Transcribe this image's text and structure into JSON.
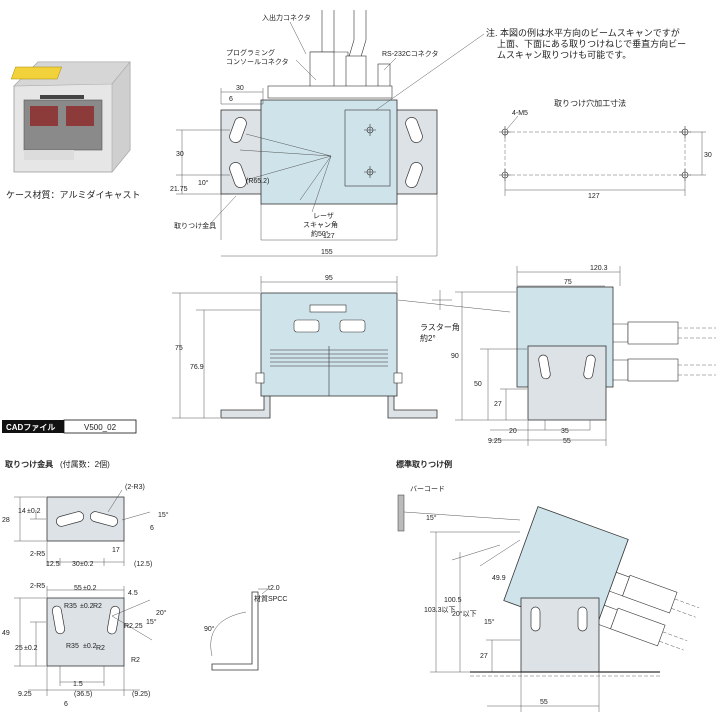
{
  "photo": {
    "caption": "ケース材質：アルミダイキャスト"
  },
  "note": {
    "lines": [
      "注. 本図の例は水平方向のビームスキャンですが",
      "上面、下面にある取りつけねじで垂直方向ビー",
      "ムスキャン取りつけも可能です。"
    ]
  },
  "top_view": {
    "io_connector": "入出力コネクタ",
    "prog_console1": "プログラミング",
    "prog_console2": "コンソールコネクタ",
    "rs232c": "RS-232Cコネクタ",
    "dim_30": "30",
    "dim_6": "6",
    "dim_30v": "30",
    "dim_21_75": "21.75",
    "dim_10deg": "10°",
    "r65": "(R65.2)",
    "bracket": "取りつけ金具",
    "laser1": "レーザ",
    "laser2": "スキャン角",
    "laser3": "約50°",
    "dim_127": "127",
    "dim_155": "155"
  },
  "hole_view": {
    "title": "取りつけ穴加工寸法",
    "m5": "4-M5",
    "dim_30": "30",
    "dim_127": "127"
  },
  "front_view": {
    "dim_95": "95",
    "dim_75": "75",
    "dim_76_9": "76.9",
    "raster1": "ラスター角",
    "raster2": "約2°"
  },
  "side_view": {
    "dim_120_3": "120.3",
    "dim_75": "75",
    "dim_90": "90",
    "dim_50": "50",
    "dim_27": "27",
    "dim_20": "20",
    "dim_35": "35",
    "dim_9_25": "9.25",
    "dim_55": "55"
  },
  "cad": {
    "label": "CADファイル",
    "file": "V500_02"
  },
  "bracket_section": {
    "title": "取りつけ金具",
    "subtitle": "(付属数：2個)",
    "r3": "(2-R3)",
    "d14": "14",
    "tol": "±0.2",
    "d28": "28",
    "d15": "15°",
    "d6": "6",
    "d2r5": "2-R5",
    "d17": "17",
    "d12_5a": "12.5",
    "d30": "30",
    "d12_5b": "(12.5)",
    "b_2r5": "2-R5",
    "b_55": "55",
    "b_45": "4.5",
    "b_r35a": "R35",
    "b_r2a": "R2",
    "b_20": "20°",
    "b_15": "15°",
    "b_r2_25": "R2.25",
    "b_49": "49",
    "b_25": "25",
    "b_r35b": "R35",
    "b_r2b": "R2",
    "b_r2c": "R2",
    "b_1_5": "1.5",
    "b_9_25a": "9.25",
    "b_36_5": "(36.5)",
    "b_6": "6",
    "b_9_25b": "(9.25)",
    "t_2": "t2.0",
    "material": "材質SPCC",
    "angle90": "90°"
  },
  "example": {
    "title": "標準取りつけ例",
    "barcode": "バーコード",
    "d15": "15°",
    "d103": "103.3以下",
    "d100_5": "100.5",
    "d49_9": "49.9",
    "d20": "20°以下",
    "d15b": "15°",
    "d27": "27",
    "d55": "55"
  }
}
